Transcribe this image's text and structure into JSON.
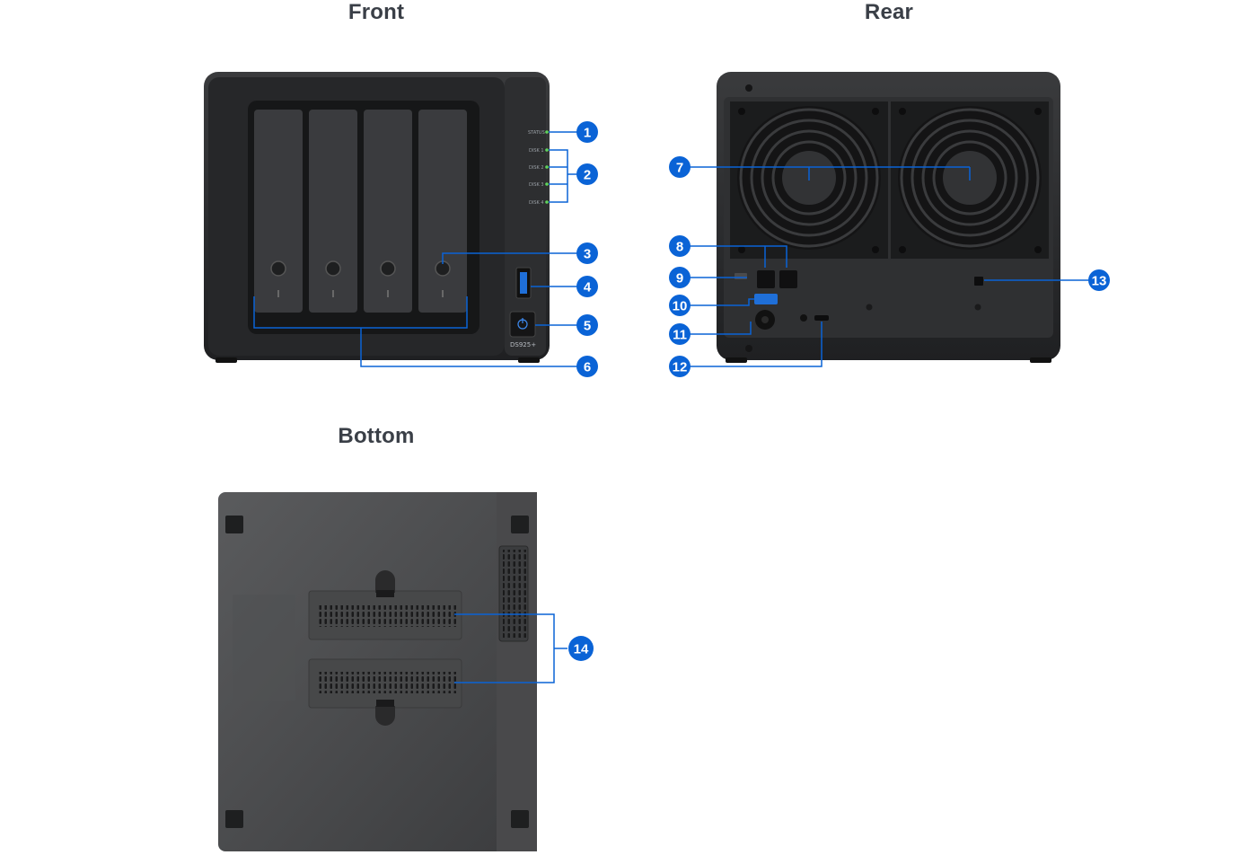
{
  "titles": {
    "front": "Front",
    "rear": "Rear",
    "bottom": "Bottom"
  },
  "front_panel": {
    "status_led_label": "STATUS",
    "disk_led_labels": [
      "DISK 1",
      "DISK 2",
      "DISK 3",
      "DISK 4"
    ],
    "model_label": "DS925+"
  },
  "callouts": [
    "1",
    "2",
    "3",
    "4",
    "5",
    "6",
    "7",
    "8",
    "9",
    "10",
    "11",
    "12",
    "13",
    "14"
  ],
  "colors": {
    "callout": "#0a63d6",
    "line": "#0a63d6",
    "chassis": "#2b2c2e",
    "led": "#5fd35a"
  },
  "icons": [
    "power-icon",
    "usb-icon",
    "fan-icon",
    "lan-port-icon",
    "kensington-lock-icon"
  ]
}
